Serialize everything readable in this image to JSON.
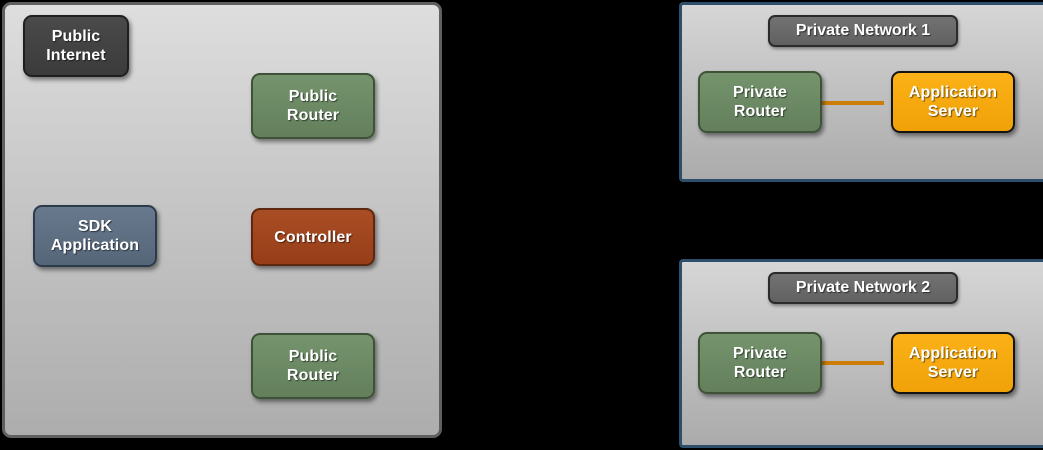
{
  "diagram": {
    "background_color": "#000000",
    "public_cloud": {
      "name": "public-cloud-panel",
      "border_color": "#5f5f5f",
      "nodes": [
        {
          "id": "public-internet",
          "label": "Public\nInternet",
          "color": "#3f3f3f",
          "style": "dark"
        },
        {
          "id": "public-router-top",
          "label": "Public\nRouter",
          "color": "#6b8a64",
          "style": "green"
        },
        {
          "id": "sdk-application",
          "label": "SDK\nApplication",
          "color": "#5e7186",
          "style": "slate"
        },
        {
          "id": "controller",
          "label": "Controller",
          "color": "#a0441f",
          "style": "rust"
        },
        {
          "id": "public-router-bottom",
          "label": "Public\nRouter",
          "color": "#6b8a64",
          "style": "green"
        }
      ]
    },
    "private_networks": [
      {
        "id": "private-network-1",
        "title": "Private Network 1",
        "border_color": "#2d4f6b",
        "title_color": "#6b6b6b",
        "connector_color": "#cb7d06",
        "nodes": [
          {
            "id": "private-router-1",
            "label": "Private\nRouter",
            "color": "#6b8a64",
            "style": "green"
          },
          {
            "id": "application-server-1",
            "label": "Application\nServer",
            "color": "#f5a81c",
            "style": "amber"
          }
        ]
      },
      {
        "id": "private-network-2",
        "title": "Private Network 2",
        "border_color": "#2d4f6b",
        "title_color": "#6b6b6b",
        "connector_color": "#cb7d06",
        "nodes": [
          {
            "id": "private-router-2",
            "label": "Private\nRouter",
            "color": "#6b8a64",
            "style": "green"
          },
          {
            "id": "application-server-2",
            "label": "Application\nServer",
            "color": "#f5a81c",
            "style": "amber"
          }
        ]
      }
    ]
  }
}
